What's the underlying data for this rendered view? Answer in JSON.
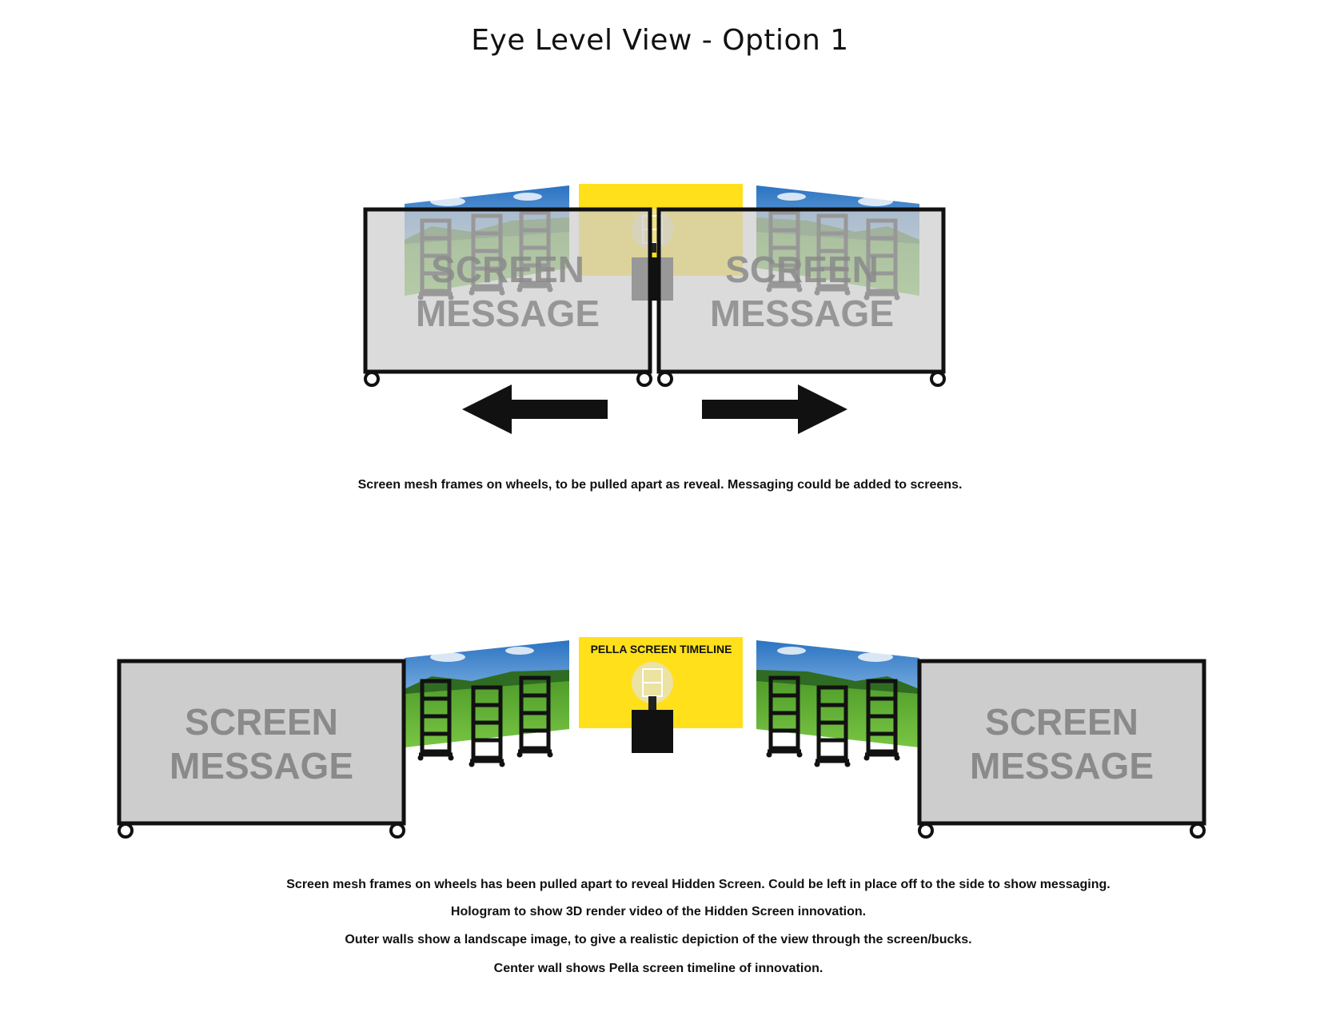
{
  "title": "Eye Level View - Option 1",
  "screen_message_line1": "SCREEN",
  "screen_message_line2": "MESSAGE",
  "center_wall_label": "PELLA SCREEN TIMELINE",
  "caption_top": "Screen mesh frames on wheels, to be pulled apart as reveal. Messaging could be added to screens.",
  "captions_bottom": [
    "Screen mesh frames on wheels has been pulled apart to reveal Hidden Screen. Could be left in place off to the side to show messaging.",
    "Hologram to show 3D render video of the Hidden Screen innovation.",
    "Outer walls show a landscape image, to give a realistic depiction of the view through the screen/bucks.",
    "Center wall shows Pella screen timeline of innovation."
  ],
  "colors": {
    "center_wall": "#FFE01B",
    "screen_panel": "#CDCDCD",
    "screen_text": "#8A8A8A",
    "sky": "#3F86CC",
    "grass": "#5FB031"
  }
}
